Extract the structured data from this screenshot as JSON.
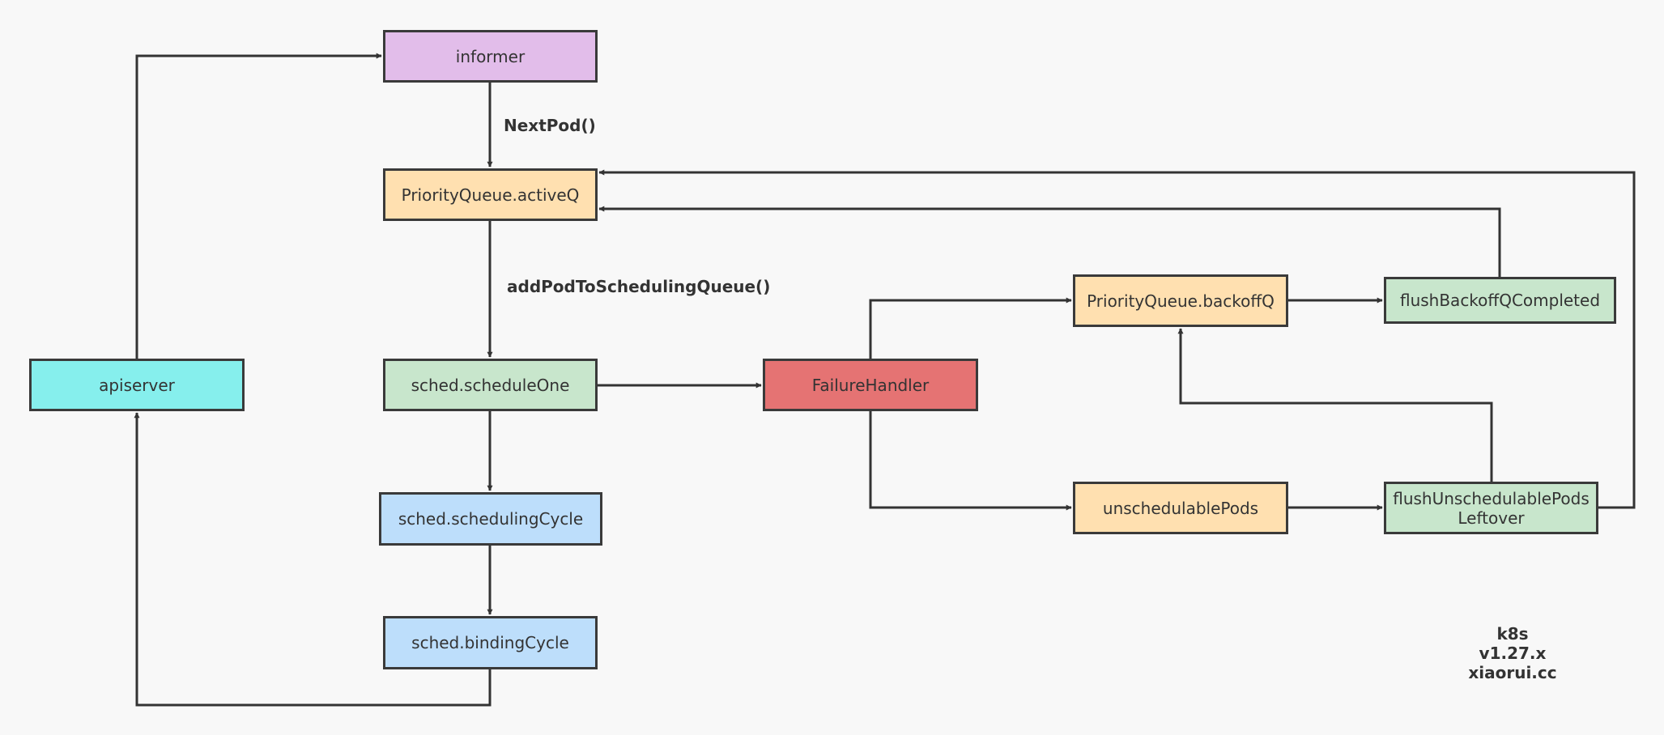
{
  "colors": {
    "informer": "#e2bdea",
    "queue": "#ffe0b0",
    "scheduling": "#c8e6cc",
    "cycle": "#bddefb",
    "apiserver": "#86efed",
    "failure": "#e57373",
    "edge": "#333333"
  },
  "nodes": {
    "informer": "informer",
    "active_q": "PriorityQueue.activeQ",
    "schedule_one": "sched.scheduleOne",
    "scheduling_cycle": "sched.schedulingCycle",
    "binding_cycle": "sched.bindingCycle",
    "apiserver": "apiserver",
    "failure_handler": "FailureHandler",
    "backoff_q": "PriorityQueue.backoffQ",
    "unschedulable_pods": "unschedulablePods",
    "flush_backoff": "flushBackoffQCompleted",
    "flush_unschedulable_line1": "flushUnschedulablePods",
    "flush_unschedulable_line2": "Leftover"
  },
  "edge_labels": {
    "next_pod": "NextPod()",
    "add_pod": "addPodToSchedulingQueue()"
  },
  "watermark": {
    "version": "k8s v1.27.x",
    "site": "xiaorui.cc"
  }
}
